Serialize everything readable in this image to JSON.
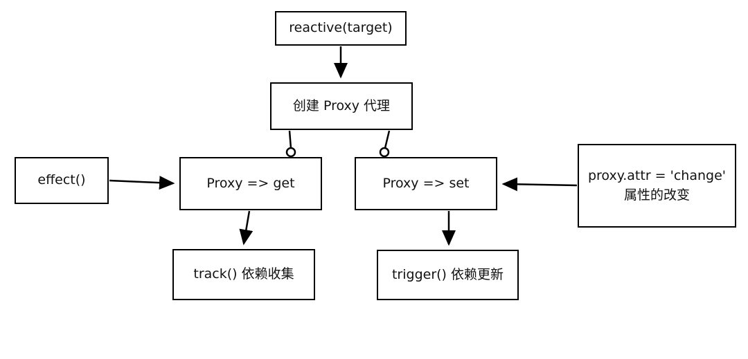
{
  "diagram": {
    "nodes": {
      "reactive": {
        "label": "reactive(target)"
      },
      "proxy": {
        "label": "创建 Proxy 代理"
      },
      "effect": {
        "label": "effect()"
      },
      "get": {
        "label": "Proxy => get"
      },
      "set": {
        "label": "Proxy => set"
      },
      "change": {
        "line1": "proxy.attr = 'change'",
        "line2": "属性的改变"
      },
      "track": {
        "label": "track() 依赖收集"
      },
      "trigger": {
        "label": "trigger() 依赖更新"
      }
    },
    "edges": [
      {
        "from": "reactive",
        "to": "proxy",
        "style": "arrow"
      },
      {
        "from": "proxy",
        "to": "get",
        "style": "circle"
      },
      {
        "from": "proxy",
        "to": "set",
        "style": "circle"
      },
      {
        "from": "effect",
        "to": "get",
        "style": "arrow"
      },
      {
        "from": "change",
        "to": "set",
        "style": "arrow"
      },
      {
        "from": "get",
        "to": "track",
        "style": "arrow"
      },
      {
        "from": "set",
        "to": "trigger",
        "style": "arrow"
      }
    ],
    "colors": {
      "stroke": "#000000",
      "text": "#111111",
      "background": "#ffffff"
    }
  }
}
